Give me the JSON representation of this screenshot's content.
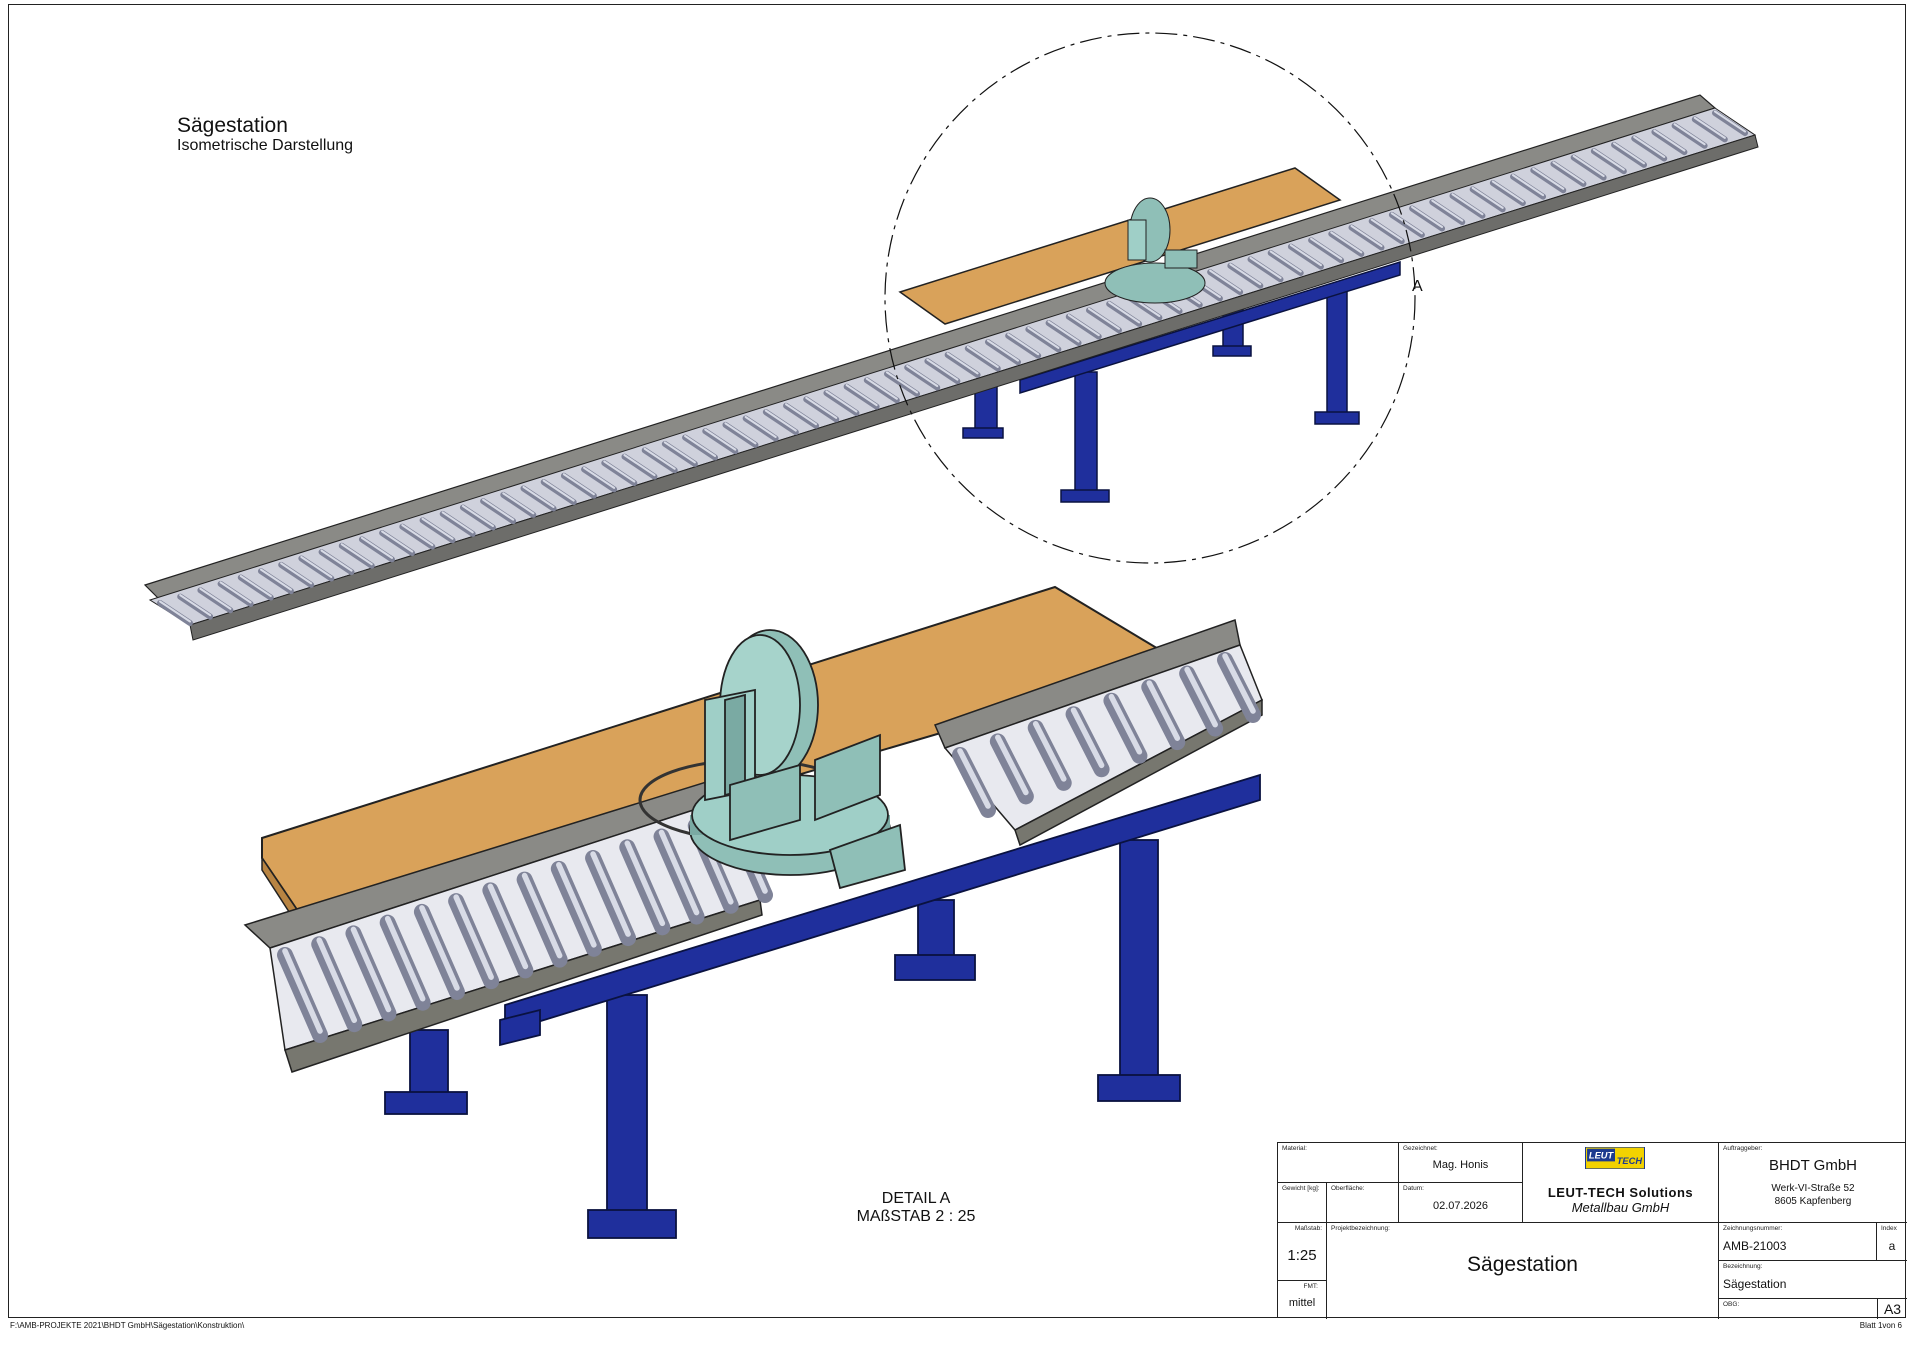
{
  "header": {
    "title": "Sägestation",
    "subtitle": "Isometrische Darstellung"
  },
  "detail": {
    "line1": "DETAIL A",
    "line2": "MAßSTAB 2 : 25",
    "callout": "A"
  },
  "footer": {
    "path": "F:\\AMB-PROJEKTE 2021\\BHDT GmbH\\Sägestation\\Konstruktion\\",
    "sheet": "Blatt 1von 6"
  },
  "title_block": {
    "material_label": "Material:",
    "weight_label": "Gewicht [kg]:",
    "surface_label": "Oberfläche:",
    "drawn_label": "Gezeichnet:",
    "drawn_value": "Mag. Honis",
    "date_label": "Datum:",
    "date_value": "02.07.2026",
    "scale_label": "Maßstab:",
    "scale_value": "1:25",
    "fmt_label": "FMT:",
    "fmt_value": "mittel",
    "project_label": "Projektbezeichnung:",
    "project_value": "Sägestation",
    "logo_leut": "LEUT",
    "logo_tech": "TECH",
    "company_line1": "LEUT-TECH Solutions",
    "company_line2": "Metallbau GmbH",
    "client_label": "Auftraggeber:",
    "client_name": "BHDT GmbH",
    "client_street": "Werk-VI-Straße 52",
    "client_city": "8605 Kapfenberg",
    "drawing_no_label": "Zeichnungsnummer:",
    "drawing_no_value": "AMB-21003",
    "index_label": "Index",
    "index_value": "a",
    "designation_label": "Bezeichnung:",
    "designation_value": "Sägestation",
    "obg_label": "OBG:",
    "format_value": "A3"
  },
  "colors": {
    "wood": "#d9a25a",
    "steel_blue": "#1f2f9c",
    "rail_gray": "#8a8a86",
    "roller": "#b9bccb",
    "saw": "#8fbfb7",
    "logo_yellow": "#f2d200",
    "logo_blue": "#1d3b8f"
  }
}
